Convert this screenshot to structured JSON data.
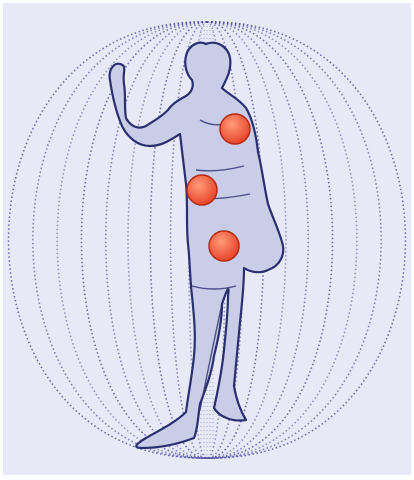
{
  "figure": {
    "subject": "human-figure-in-toroidal-field",
    "colors": {
      "background": "#ffffff",
      "field_panel": "#e8e9f6",
      "field_lines": "#4a4d9e",
      "body_outline": "#2a2f6e",
      "body_fill": "#c9cde8",
      "marker_fill": "#e8452a",
      "marker_highlight": "#ff9a7a",
      "marker_stroke": "#b52a10"
    },
    "markers": [
      {
        "name": "marker-chest"
      },
      {
        "name": "marker-abdomen"
      },
      {
        "name": "marker-pelvis"
      }
    ]
  }
}
